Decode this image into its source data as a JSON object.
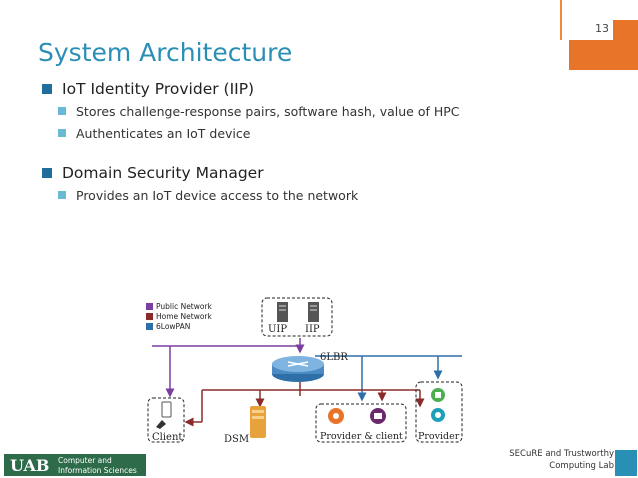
{
  "slide": {
    "page_number": "13",
    "title": "System Architecture",
    "bullets": [
      {
        "text": "IoT Identity Provider (IIP)",
        "sub": [
          "Stores challenge-response pairs, software hash, value of HPC",
          "Authenticates an IoT device"
        ]
      },
      {
        "text": "Domain Security Manager",
        "sub": [
          "Provides an IoT device access to the network"
        ]
      }
    ]
  },
  "diagram": {
    "legend": [
      {
        "label": "Public Network",
        "color": "#7b3fa0"
      },
      {
        "label": "Home Network",
        "color": "#8b2a2a"
      },
      {
        "label": "6LowPAN",
        "color": "#2e6fa8"
      }
    ],
    "nodes": {
      "uip": "UIP",
      "iip": "IIP",
      "lbr": "6LBR",
      "client": "Client",
      "dsm": "DSM",
      "provider_client": "Provider & client",
      "provider": "Provider"
    },
    "icons": [
      "server-icon",
      "router-icon",
      "phone-icon",
      "flashcard-icon",
      "bulb-icon",
      "tv-icon",
      "cup-icon",
      "chat-icon"
    ]
  },
  "footer": {
    "logo_text": "UAB",
    "dept_line1": "Computer and",
    "dept_line2": "Information Sciences",
    "lab_line1": "SECuRE and Trustworthy",
    "lab_line2": "Computing Lab"
  },
  "colors": {
    "title": "#2a8fb5",
    "accent_orange": "#e8742a",
    "bullet_dark": "#1f6e9c",
    "bullet_light": "#6ab7d6",
    "logo_green": "#2e6b4a"
  }
}
